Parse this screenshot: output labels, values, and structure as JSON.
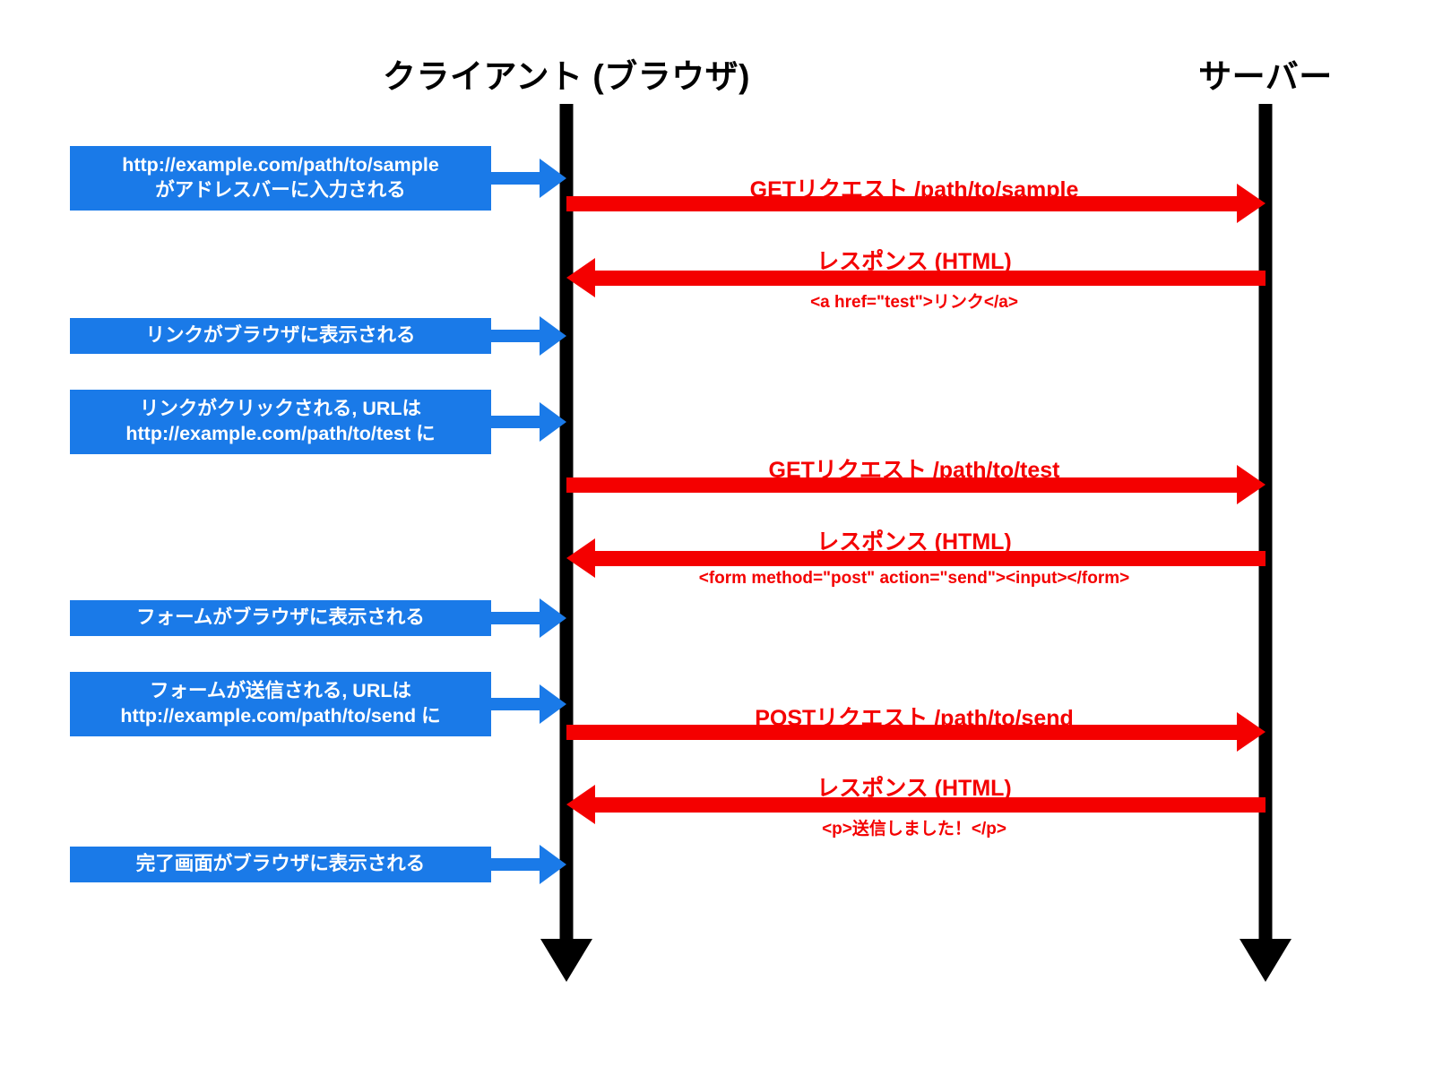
{
  "diagram": {
    "title_client": "クライアント (ブラウザ)",
    "title_server": "サーバー",
    "colors": {
      "note_blue": "#1a7ae8",
      "message_red": "#f40000",
      "lifeline_black": "#000000",
      "background": "#ffffff"
    }
  },
  "notes": [
    {
      "id": "note-url-entered",
      "line1": "http://example.com/path/to/sample",
      "line2": "がアドレスバーに入力される"
    },
    {
      "id": "note-link-displayed",
      "line1": "リンクがブラウザに表示される",
      "line2": ""
    },
    {
      "id": "note-link-clicked",
      "line1": "リンクがクリックされる, URLは",
      "line2": "http://example.com/path/to/test に"
    },
    {
      "id": "note-form-displayed",
      "line1": "フォームがブラウザに表示される",
      "line2": ""
    },
    {
      "id": "note-form-submitted",
      "line1": "フォームが送信される, URLは",
      "line2": "http://example.com/path/to/send に"
    },
    {
      "id": "note-complete-displayed",
      "line1": "完了画面がブラウザに表示される",
      "line2": ""
    }
  ],
  "messages": [
    {
      "id": "msg-get-sample",
      "label": "GETリクエスト /path/to/sample",
      "sub": "",
      "direction": "right"
    },
    {
      "id": "msg-response-html-1",
      "label": "レスポンス (HTML)",
      "sub": "<a href=\"test\">リンク</a>",
      "direction": "left"
    },
    {
      "id": "msg-get-test",
      "label": "GETリクエスト /path/to/test",
      "sub": "",
      "direction": "right"
    },
    {
      "id": "msg-response-html-2",
      "label": "レスポンス (HTML)",
      "sub": "<form method=\"post\" action=\"send\"><input></form>",
      "direction": "left"
    },
    {
      "id": "msg-post-send",
      "label": "POSTリクエスト /path/to/send",
      "sub": "",
      "direction": "right"
    },
    {
      "id": "msg-response-html-3",
      "label": "レスポンス (HTML)",
      "sub": "<p>送信しました！</p>",
      "direction": "left"
    }
  ]
}
